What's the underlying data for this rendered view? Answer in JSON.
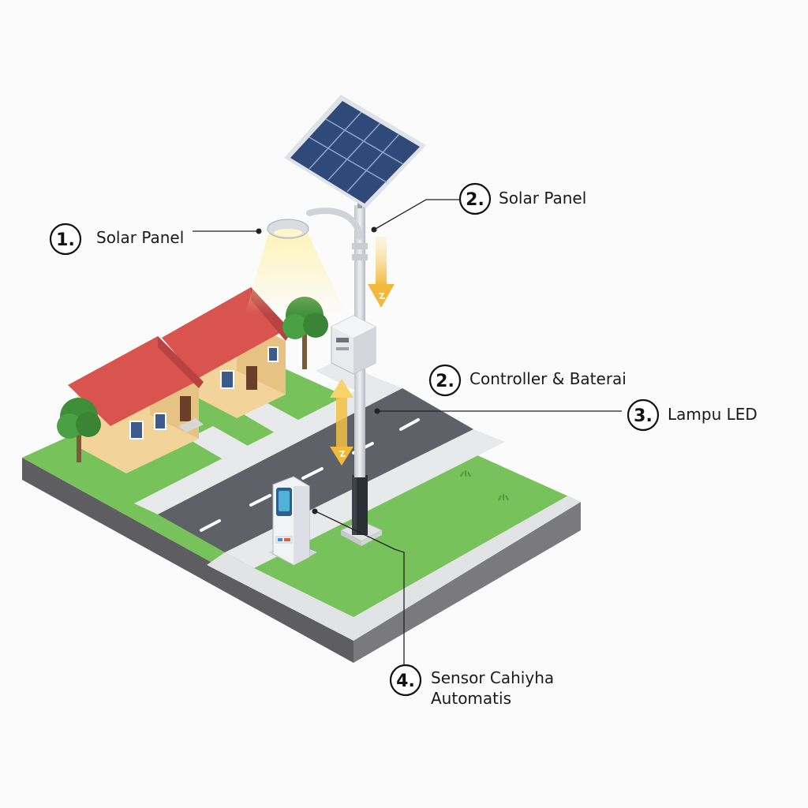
{
  "callouts": [
    {
      "id": "c1",
      "number": "1.",
      "label": "Solar Panel"
    },
    {
      "id": "c2",
      "number": "2.",
      "label": "Solar Panel"
    },
    {
      "id": "c3",
      "number": "2.",
      "label": "Controller & Baterai"
    },
    {
      "id": "c4",
      "number": "3.",
      "label": "Lampu LED"
    },
    {
      "id": "c5",
      "number": "4.",
      "label_line1": "Sensor Cahiyha",
      "label_line2": "Automatis"
    }
  ],
  "colors": {
    "background": "#fbfbfc",
    "grass": "#77c25a",
    "road": "#5e6268",
    "sidewalk": "#e6e7e8",
    "roof": "#d9534f",
    "wall": "#f2d49b",
    "solar_panel": "#2f4a78",
    "pole": "#d9dde2",
    "arrow": "#f2c043",
    "ground_side": "#6d6d6d"
  }
}
